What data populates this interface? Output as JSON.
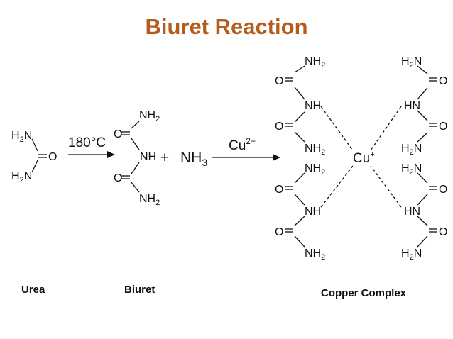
{
  "title": "Biuret Reaction",
  "labels": {
    "urea": "Urea",
    "biuret": "Biuret",
    "copper_complex": "Copper Complex"
  },
  "conditions": {
    "heat": "180°C",
    "catalyst_base": "Cu",
    "catalyst_charge": "2+"
  },
  "reagents": {
    "plus": "+",
    "ammonia_base": "NH",
    "ammonia_sub": "3"
  },
  "atoms": {
    "h2n_prefix": "H",
    "h2n_sub": "2",
    "h2n_suffix": "N",
    "nh2_prefix": "NH",
    "nh2_sub": "2",
    "nh": "NH",
    "hn": "HN",
    "oxygen": "O",
    "copper": "Cu",
    "copper_charge": "+"
  },
  "colors": {
    "title": "#b45c1e",
    "ink": "#111111"
  }
}
